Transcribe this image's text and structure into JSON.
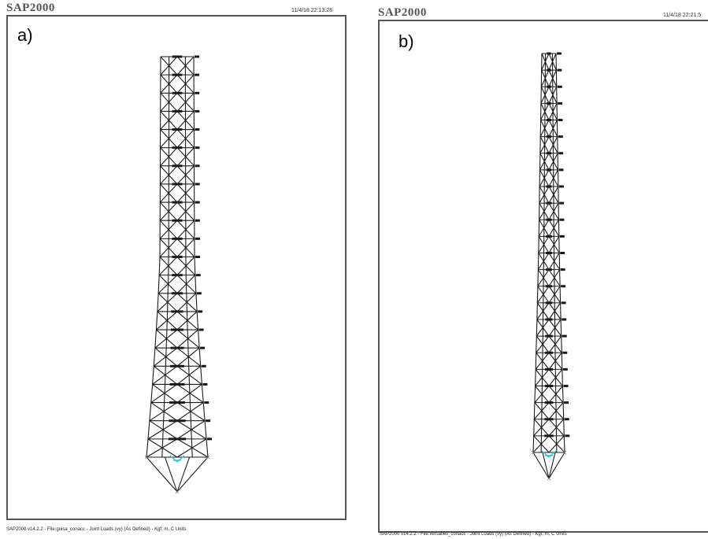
{
  "left": {
    "app_title": "SAP2000",
    "timestamp": "11/4/18 22:13:28",
    "panel_label": "a)",
    "footer": "SAP2000 v14.2.2 - File:guisa_conacc - Joint Loads (vy) (As Defined) - Kgf, m, C Units"
  },
  "right": {
    "app_title": "SAP2000",
    "timestamp": "11/4/18 22:21:5",
    "panel_label": "b)",
    "footer": "SAP2000 v14.2.2 - File:versalles_conacc - Joint Loads (vy) (As Defined) - Kgf, m, C Units"
  },
  "colors": {
    "frame": "#555555",
    "structure": "#1a1a1a",
    "support": "#2ec4d6"
  }
}
